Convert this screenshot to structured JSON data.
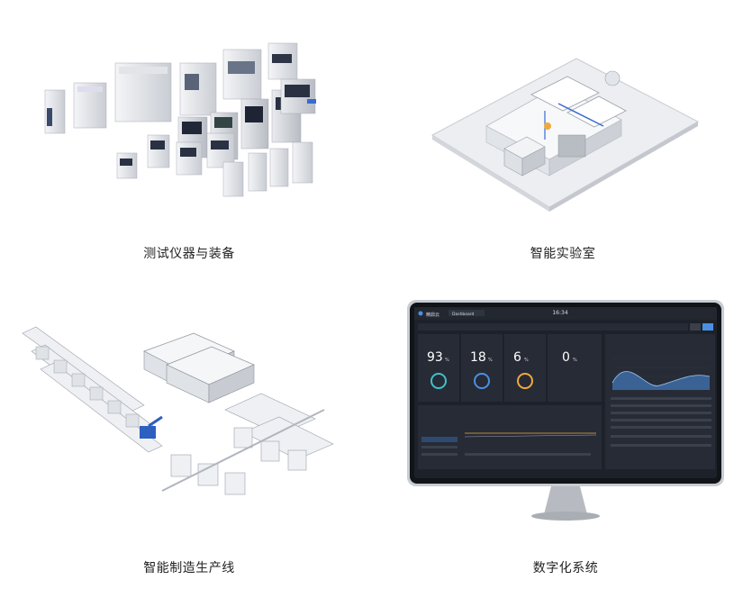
{
  "items": [
    {
      "caption": "测试仪器与装备",
      "icon": "instruments-illustration"
    },
    {
      "caption": "智能实验室",
      "icon": "lab-illustration"
    },
    {
      "caption": "智能制造生产线",
      "icon": "production-line-illustration"
    },
    {
      "caption": "数字化系统",
      "icon": "monitor-illustration"
    }
  ],
  "dashboard": {
    "brand": "精鼎云",
    "tab": "Dashboard",
    "clock": "16:34",
    "stats": [
      {
        "value": "93",
        "unit": "%"
      },
      {
        "value": "18",
        "unit": "%"
      },
      {
        "value": "6",
        "unit": "%"
      },
      {
        "value": "0",
        "unit": "%"
      }
    ]
  },
  "colors": {
    "screen_bg": "#1d2129",
    "panel_bg": "#262b35",
    "accent_blue": "#4a90e2",
    "accent_orange": "#f0a83b",
    "accent_teal": "#3fc1c9"
  }
}
